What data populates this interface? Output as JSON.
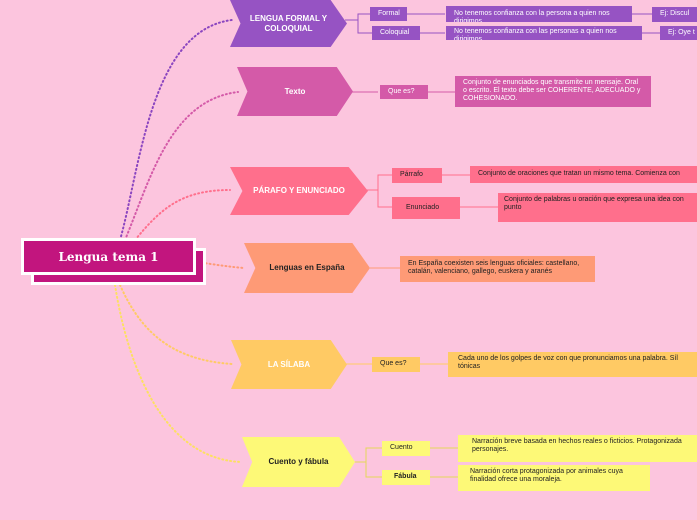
{
  "root": {
    "label": "Lengua tema 1"
  },
  "branches": [
    {
      "label": "LENGUA FORMAL Y COLOQUIAL",
      "items": [
        {
          "label": "Formal",
          "text": "No tenemos confianza con la persona a quien nos dirigimos",
          "extra": "Ej: Discul"
        },
        {
          "label": "Coloquial",
          "text": "No tenemos confianza con las personas a quien nos dirigimos",
          "extra": "Ej: Oye t"
        }
      ]
    },
    {
      "label": "Texto",
      "items": [
        {
          "label": "Que es?",
          "text": "Conjunto de enunciados que transmite un mensaje. Oral o escrito. El texto debe ser COHERENTE, ADECUADO y COHESIONADO."
        }
      ]
    },
    {
      "label": "PÁRAFO Y ENUNCIADO",
      "items": [
        {
          "label": "Párrafo",
          "text": "Conjunto de oraciones que tratan un mismo tema. Comienza con"
        },
        {
          "label": "Enunciado",
          "text": "Conjunto de palabras u oración que expresa una idea con punto"
        }
      ]
    },
    {
      "label": "Lenguas en España",
      "text": "En España coexisten seis lenguas oficiales: castellano, catalán, valenciano, gallego, euskera y aranés"
    },
    {
      "label": "LA SÍLABA",
      "items": [
        {
          "label": "Que es?",
          "text": "Cada uno de los golpes de voz con que pronunciamos una palabra. Síl tónicas"
        }
      ]
    },
    {
      "label": "Cuento y fábula",
      "items": [
        {
          "label": "Cuento",
          "text": "Narración breve basada en hechos reales o ficticios. Protagonizada personajes."
        },
        {
          "label": "Fábula",
          "text": "Narración corta protagonizada por animales cuya finalidad ofrece una moraleja."
        }
      ]
    }
  ],
  "colors": {
    "background": "#fcc5de",
    "root": "#c2157e",
    "purple": "#9653c3",
    "magenta": "#d45aa8",
    "coral": "#ff6f8c",
    "salmon": "#fe9a76",
    "orange": "#ffca64",
    "yellow": "#fdf977"
  }
}
